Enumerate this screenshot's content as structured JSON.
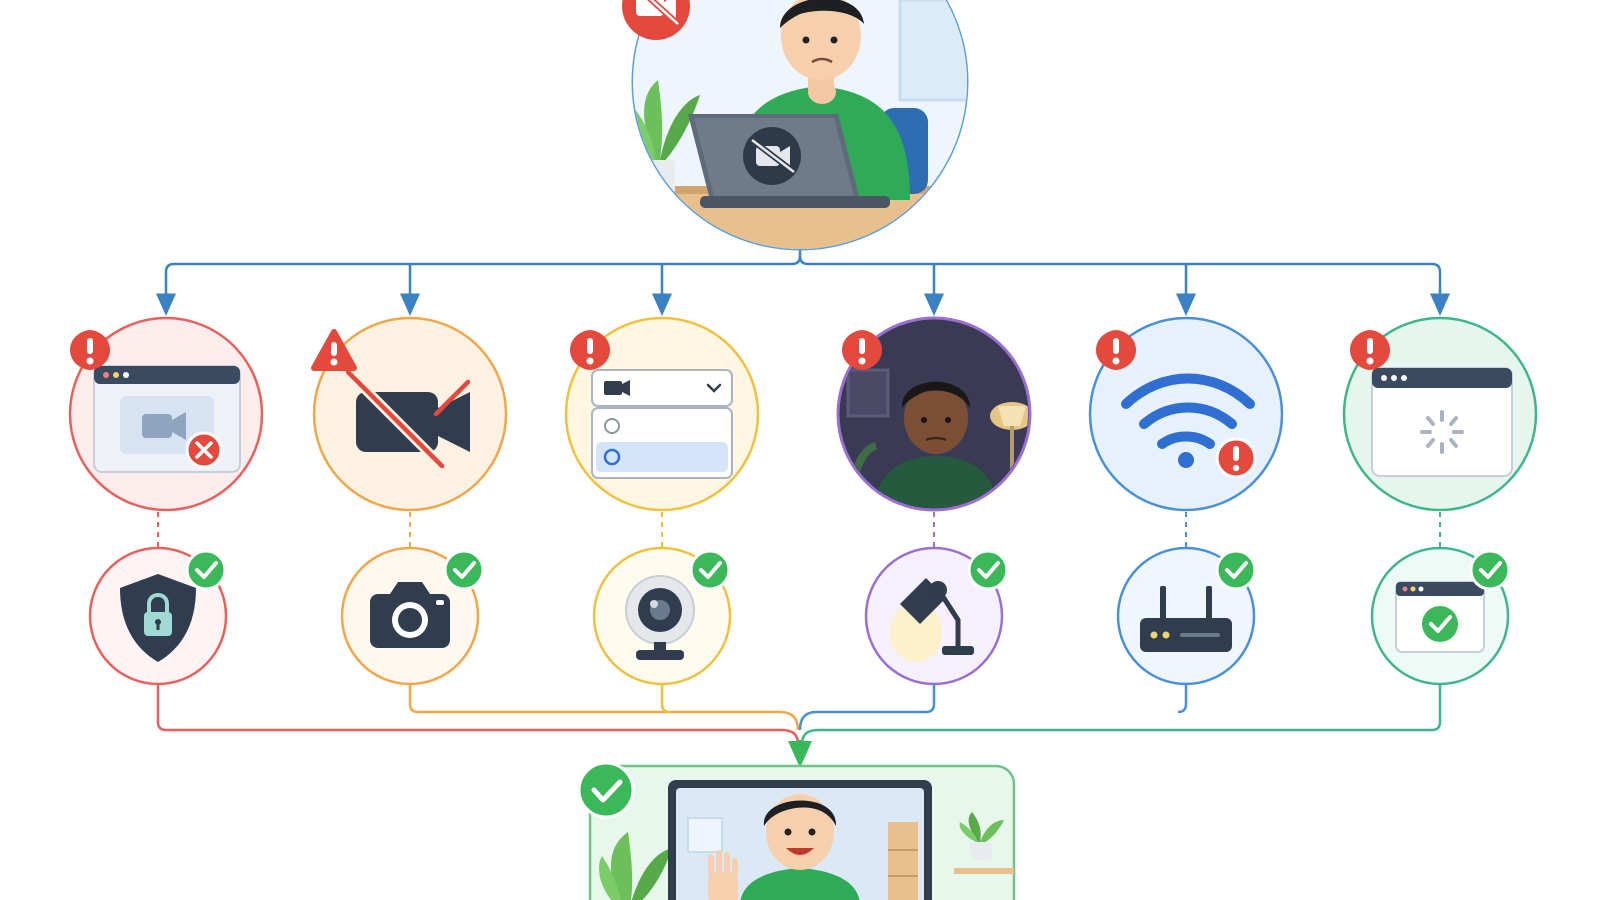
{
  "diagram": {
    "problem": {
      "name": "person-frustrated-camera-off",
      "badge_icon": "camera-off-icon",
      "laptop_icon": "camera-off-icon"
    },
    "causes": [
      {
        "id": "permission",
        "icon": "browser-camera-blocked-icon",
        "color": "#e8605b",
        "fill": "#fdecec",
        "warning": "warning-icon"
      },
      {
        "id": "camera-disabled",
        "icon": "camera-off-icon",
        "color": "#f0a64a",
        "fill": "#fdf1e2",
        "warning": "warning-icon"
      },
      {
        "id": "wrong-device",
        "icon": "device-dropdown-icon",
        "color": "#f0c040",
        "fill": "#fff7e2",
        "warning": "warning-icon"
      },
      {
        "id": "poor-lighting",
        "icon": "dark-room-person-icon",
        "color": "#9a6fcf",
        "fill": "#3b3a55",
        "warning": "warning-icon"
      },
      {
        "id": "network",
        "icon": "wifi-warning-icon",
        "color": "#4a90d9",
        "fill": "#e6f1fc",
        "warning": "warning-icon"
      },
      {
        "id": "app-loading",
        "icon": "browser-loading-icon",
        "color": "#3fb58a",
        "fill": "#e5f6ef",
        "warning": "warning-icon"
      }
    ],
    "fixes": [
      {
        "id": "allow-permission",
        "icon": "shield-lock-icon",
        "color": "#e8605b",
        "fill": "#fff4f3"
      },
      {
        "id": "enable-camera",
        "icon": "camera-icon",
        "color": "#f0a64a",
        "fill": "#fff8ee"
      },
      {
        "id": "select-webcam",
        "icon": "webcam-icon",
        "color": "#f0c040",
        "fill": "#fffbee"
      },
      {
        "id": "add-light",
        "icon": "desk-lamp-icon",
        "color": "#9a6fcf",
        "fill": "#f5f0fb"
      },
      {
        "id": "check-router",
        "icon": "router-icon",
        "color": "#4a90d9",
        "fill": "#f0f6fd"
      },
      {
        "id": "reload-app",
        "icon": "browser-check-icon",
        "color": "#3fb58a",
        "fill": "#eefaf5"
      }
    ],
    "result": {
      "name": "person-waving-video-on",
      "badge_icon": "check-icon"
    },
    "colors": {
      "connector_top": "#3b82c4",
      "danger": "#e4493d",
      "success": "#3bb85a",
      "dark_icon": "#2f3d4f"
    }
  }
}
